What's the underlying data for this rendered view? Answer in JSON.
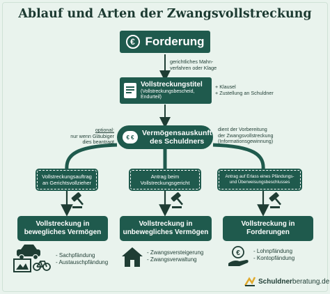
{
  "title": "Ablauf und Arten der Zwangsvollstreckung",
  "forderung": {
    "label": "Forderung",
    "icon": "euro-icon"
  },
  "step1_note": {
    "line1": "gerichtliches Mahn-",
    "line2": "verfahren oder Klage"
  },
  "titel": {
    "label": "Vollstreckungstitel",
    "sub1": "(Vollstreckungsbescheid,",
    "sub2": "Endurteil)",
    "icon": "document-icon"
  },
  "titel_notes": {
    "line1": "+ Klausel",
    "line2": "+ Zustellung an Schuldner"
  },
  "auskunft": {
    "line1": "Vermögensauskunft",
    "line2": "des Schuldners",
    "icon": "euro-speech-icon"
  },
  "optional_note": {
    "heading": "optional:",
    "line1": "nur wenn Gläubiger",
    "line2": "dies beantragt"
  },
  "purpose_note": {
    "line1": "dient der Vorbereitung",
    "line2": "der Zwangsvollstreckung",
    "line3": "(Informationsgewinnung)"
  },
  "antraege": [
    {
      "line1": "Vollstreckungsauftrag",
      "line2": "an Gerichtsvollzieher"
    },
    {
      "line1": "Antrag beim",
      "line2": "Vollstreckungsgericht"
    },
    {
      "line1": "Antrag auf Erlass eines Pfändungs-",
      "line2": "und Überweisungsbeschlusses"
    }
  ],
  "arten": [
    {
      "line1": "Vollstreckung in",
      "line2": "bewegliches Vermögen",
      "items": [
        "- Sachpfändung",
        "- Austauschpfändung"
      ],
      "icons": [
        "car-icon",
        "painting-icon",
        "bicycle-icon"
      ]
    },
    {
      "line1": "Vollstreckung in",
      "line2": "unbewegliches Vermögen",
      "items": [
        "- Zwangsversteigerung",
        "- Zwangsverwaltung"
      ],
      "icons": [
        "house-icon"
      ]
    },
    {
      "line1": "Vollstreckung in",
      "line2": "Forderungen",
      "items": [
        "- Lohnpfändung",
        "- Kontopfändung"
      ],
      "icons": [
        "euro-hand-icon"
      ]
    }
  ],
  "logo": {
    "part1": "Schuldner",
    "part2": "beratung.de",
    "icon": "logo-mark-icon"
  },
  "colors": {
    "primary": "#1f5a4d",
    "background": "#e9f3ed",
    "text": "#1f3d34"
  }
}
